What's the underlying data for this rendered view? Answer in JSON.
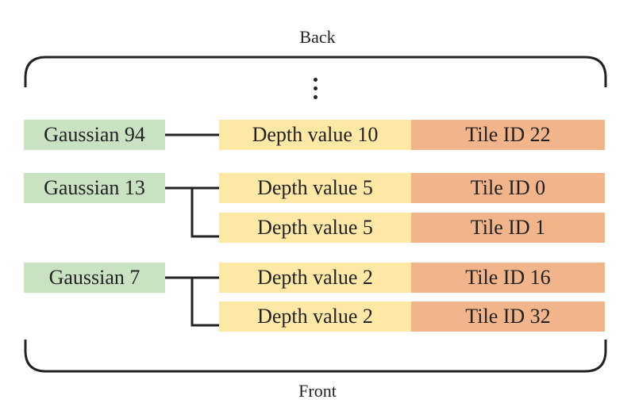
{
  "labels": {
    "top": "Back",
    "bottom": "Front"
  },
  "colors": {
    "gaussian": "#c9e3c2",
    "depth": "#fde8a5",
    "tile": "#f2b48a",
    "line": "#222222"
  },
  "groups": [
    {
      "gaussian": "Gaussian 94",
      "entries": [
        {
          "depth": "Depth value 10",
          "tile": "Tile ID 22"
        }
      ]
    },
    {
      "gaussian": "Gaussian 13",
      "entries": [
        {
          "depth": "Depth value 5",
          "tile": "Tile ID 0"
        },
        {
          "depth": "Depth value 5",
          "tile": "Tile ID 1"
        }
      ]
    },
    {
      "gaussian": "Gaussian 7",
      "entries": [
        {
          "depth": "Depth value 2",
          "tile": "Tile ID 16"
        },
        {
          "depth": "Depth value 2",
          "tile": "Tile ID 32"
        }
      ]
    }
  ]
}
